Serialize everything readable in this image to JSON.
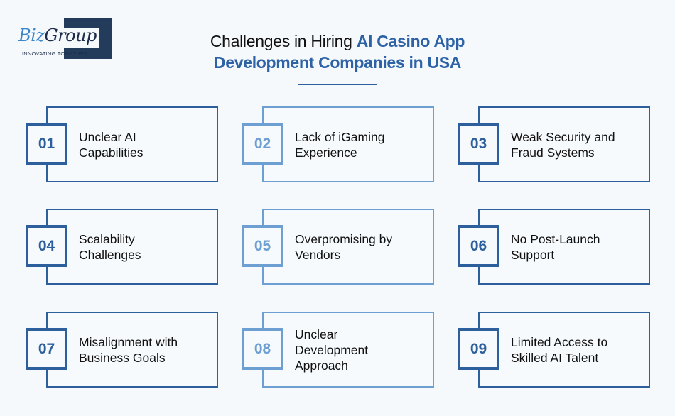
{
  "logo": {
    "wordmark_part1": "Biz",
    "wordmark_part2": "Group",
    "tagline": "INNOVATING TOGETHER"
  },
  "header": {
    "title_plain": "Challenges in Hiring ",
    "title_accent_1": "AI Casino App",
    "title_accent_2": "Development Companies in USA"
  },
  "colors": {
    "background": "#f6f9fc",
    "dark_blue": "#2d5f9c",
    "light_blue": "#6d9fd2",
    "title_accent": "#2d63a6",
    "logo_navy": "#233c5c"
  },
  "challenges": [
    {
      "number": "01",
      "label": "Unclear AI Capabilities"
    },
    {
      "number": "02",
      "label": "Lack of iGaming Experience"
    },
    {
      "number": "03",
      "label": "Weak Security and Fraud Systems"
    },
    {
      "number": "04",
      "label": "Scalability Challenges"
    },
    {
      "number": "05",
      "label": "Overpromising by Vendors"
    },
    {
      "number": "06",
      "label": "No Post-Launch Support"
    },
    {
      "number": "07",
      "label": "Misalignment with Business Goals"
    },
    {
      "number": "08",
      "label": "Unclear Development Approach"
    },
    {
      "number": "09",
      "label": "Limited Access to Skilled AI Talent"
    }
  ]
}
